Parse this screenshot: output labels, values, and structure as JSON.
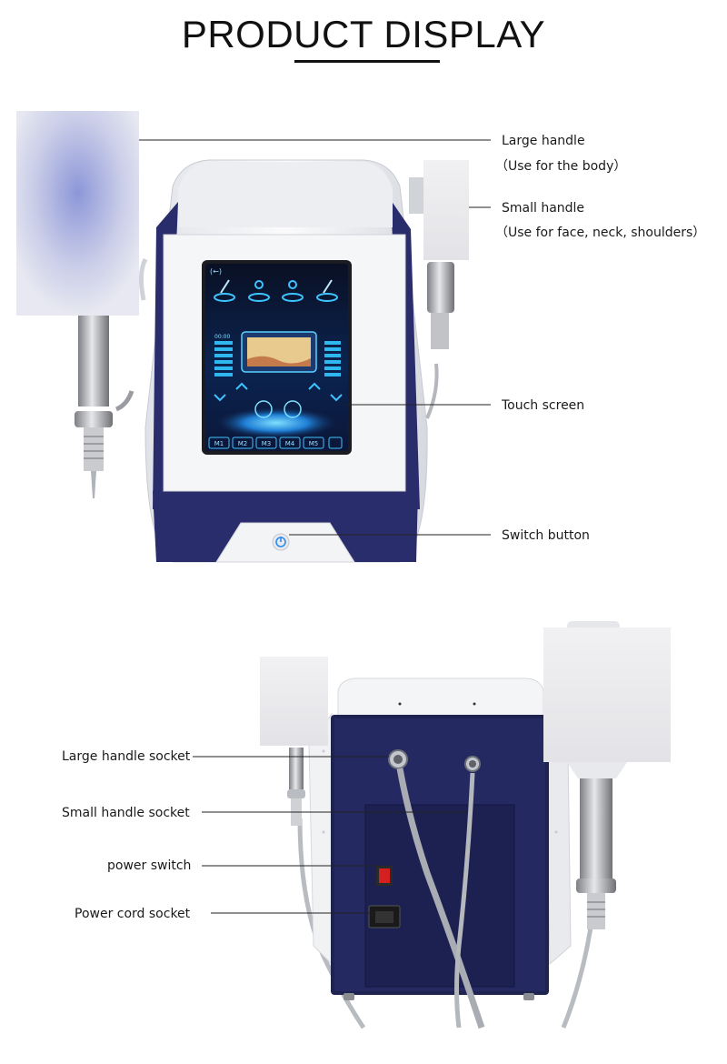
{
  "title": "PRODUCT DISPLAY",
  "front_labels": {
    "large_handle": "Large handle",
    "large_handle_note": "（Use for the body）",
    "small_handle": "Small handle",
    "small_handle_note": "（Use for face, neck, shoulders）",
    "touch_screen": "Touch screen",
    "switch_button": "Switch button"
  },
  "back_labels": {
    "large_socket": "Large handle socket",
    "small_socket": "Small handle socket",
    "power_switch": "power switch",
    "power_cord": "Power cord socket"
  },
  "screen_buttons": [
    "M1",
    "M2",
    "M3",
    "M4",
    "M5"
  ],
  "screen_top_value": "00:00",
  "colors": {
    "navy": "#2a2d6b",
    "shell": "#f3f4f6",
    "screen": "#0a1a3a",
    "accent": "#2fb8f0",
    "switch_red": "#d42020"
  }
}
